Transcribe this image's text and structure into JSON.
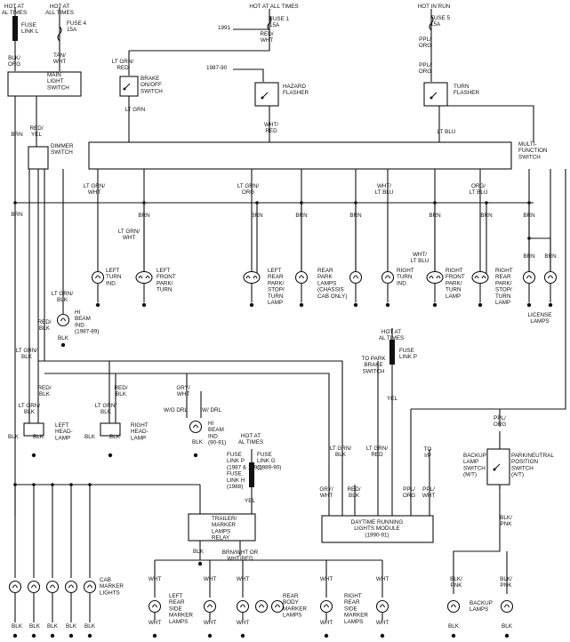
{
  "top": {
    "hot_all_times_1": "HOT AT\nAL TIMES",
    "fuse_link_l": "FUSE\nLINK L",
    "hot_all_times_2": "HOT AT\nALL TIMES",
    "fuse4": "FUSE 4\n15A",
    "hot_all_times_center": "HOT AT ALL TIMES",
    "fuse1": "FUSE 1\n15A",
    "yr1991": "1991",
    "yr1987_90": "1987-90",
    "hot_in_run": "HOT IN RUN",
    "fuse5": "FUSE 5\n15A"
  },
  "wires": {
    "blk_org": "BLK/\nORG",
    "tan_wht": "TAN/\nWHT",
    "red_wht": "RED/\nWHT",
    "ppl_org_top": "PPL/\nORG",
    "ppl_org_2": "PPL/\nORG",
    "lt_grn_red": "LT GRN/\nRED",
    "lt_grn": "LT GRN",
    "wht_red": "WHT/\nRED",
    "lt_blu": "LT BLU",
    "brn_main": "BRN",
    "red_yel": "RED/\nYEL",
    "brn_2": "BRN",
    "lt_grn_wht": "LT GRN/\nWHT",
    "lt_grn_org": "LT GRN/\nORG",
    "wht_lt_blu": "WHT/\nLT BLU",
    "org_lt_blu": "ORG/\nLT BLU",
    "brn_row": "BRN",
    "lt_grn_wht_2": "LT GRN/\nWHT",
    "wht_lt_blu_2": "WHT/\nLT BLU",
    "lt_grn_blk_1": "LT GRN/\nBLK",
    "red_blk_1": "RED/\nBLK",
    "lt_grn_blk_2": "LT GRN/\nBLK",
    "red_blk_2": "RED/\nBLK",
    "red_blk_3": "RED/\nBLK",
    "lt_grn_blk_3": "LT GRN/\nBLK",
    "gry_wht": "GRY/\nWHT",
    "yel": "YEL",
    "yel_2": "YEL",
    "lt_grn_blk_4": "LT GRN/\nBLK",
    "lt_grn_red_2": "LT GRN/\nRED",
    "gry_wht_2": "GRY/\nWHT",
    "red_blk_4": "RED/\nBLK",
    "ppl_org_3": "PPL/\nORG",
    "ppl_wht": "PPL/\nWHT",
    "ppl_org_4": "PPL/\nORG",
    "blk_pnk": "BLK/\nPNK",
    "brn_wht_or": "BRN/WHT OR\nWHT/RED",
    "blk": "BLK",
    "wht": "WHT"
  },
  "components": {
    "main_light_switch": "MAIN\nLIGHT\nSWITCH",
    "brake_switch": "BRAKE\nON/OFF\nSWITCH",
    "hazard_flasher": "HAZARD\nFLASHER",
    "turn_flasher": "TURN\nFLASHER",
    "dimmer_switch": "DIMMER\nSWITCH",
    "multi_function_switch": "MULTI-\nFUNCTION\nSWITCH",
    "left_turn_ind": "LEFT\nTURN\nIND.",
    "left_front_park_turn": "LEFT\nFRONT\nPARK/\nTURN",
    "left_rear_park_stop_turn": "LEFT\nREAR\nPARK/\nSTOP/\nTURN\nLAMP",
    "rear_park_lamps": "REAR\nPARK\nLAMPS\n(CHASSIS\nCAB ONLY)",
    "right_turn_ind": "RIGHT\nTURN\nIND.",
    "right_front_park_turn": "RIGHT\nFRONT\nPARK/\nTURN\nLAMP",
    "right_rear_park_stop_turn": "RIGHT\nREAR\nPARK/\nSTOP/\nTURN\nLAMP",
    "license_lamps": "LICENSE\nLAMPS",
    "hi_beam_ind_87_89": "HI\nBEAM\nIND.\n(1987-89)",
    "hot_at_all_times_p": "HOT AT\nAL TIMES",
    "fuse_link_p": "FUSE\nLINK P",
    "to_park_brake_switch": "TO PARK\nBRAKE\nSWITCH",
    "left_headlamp": "LEFT\nHEAD-\nLAMP",
    "right_headlamp": "RIGHT\nHEAD-\nLAMP",
    "wo_drl": "W/O DRL",
    "w_drl": "W/ DRL",
    "hi_beam_ind_90_91": "HI\nBEAM\nIND.\n(90-91)",
    "hot_at_all_times_g": "HOT AT\nAL TIMES",
    "fuse_link_p_h": "FUSE\nLINK P\n(1987 & 1991)\nFUSE\nLINK H\n(1988)",
    "fuse_link_g": "FUSE\nLINK G\n(1989-90)",
    "to_ip": "TO\nI/P",
    "backup_lamp_switch": "BACKUP\nLAMP\nSWITCH\n(M/T)",
    "park_neutral_switch": "PARK/NEUTRAL\nPOSITION\nSWITCH\n(A/T)",
    "drl_module": "DAYTIME RUNNING\nLIGHTS MODULE\n(1990-91)",
    "trailer_relay": "TRAILER/\nMARKER\nLAMPS\nRELAY",
    "cab_marker_lights": "CAB\nMARKER\nLIGHTS",
    "left_rear_side_marker": "LEFT\nREAR\nSIDE\nMARKER\nLAMPS",
    "rear_body_marker": "REAR\nBODY\nMARKER\nLAMPS",
    "right_rear_side_marker": "RIGHT\nREAR\nSIDE\nMARKER\nLAMPS",
    "backup_lamps": "BACKUP\nLAMPS"
  }
}
